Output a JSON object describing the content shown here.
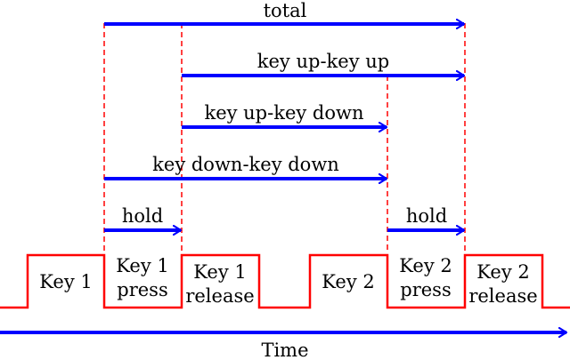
{
  "colors": {
    "arrow": "#0000ff",
    "signal": "#ff0000",
    "guide": "#ff0000",
    "text": "#000000"
  },
  "intervals": {
    "total": "total",
    "up_up": "key up-key up",
    "up_down": "key up-key down",
    "down_down": "key down-key down",
    "hold1": "hold",
    "hold2": "hold"
  },
  "blocks": {
    "key1": "Key 1",
    "key1_press_1": "Key 1",
    "key1_press_2": "press",
    "key1_release_1": "Key 1",
    "key1_release_2": "release",
    "key2": "Key 2",
    "key2_press_1": "Key 2",
    "key2_press_2": "press",
    "key2_release_1": "Key 2",
    "key2_release_2": "release"
  },
  "axis": {
    "time_label": "Time"
  }
}
